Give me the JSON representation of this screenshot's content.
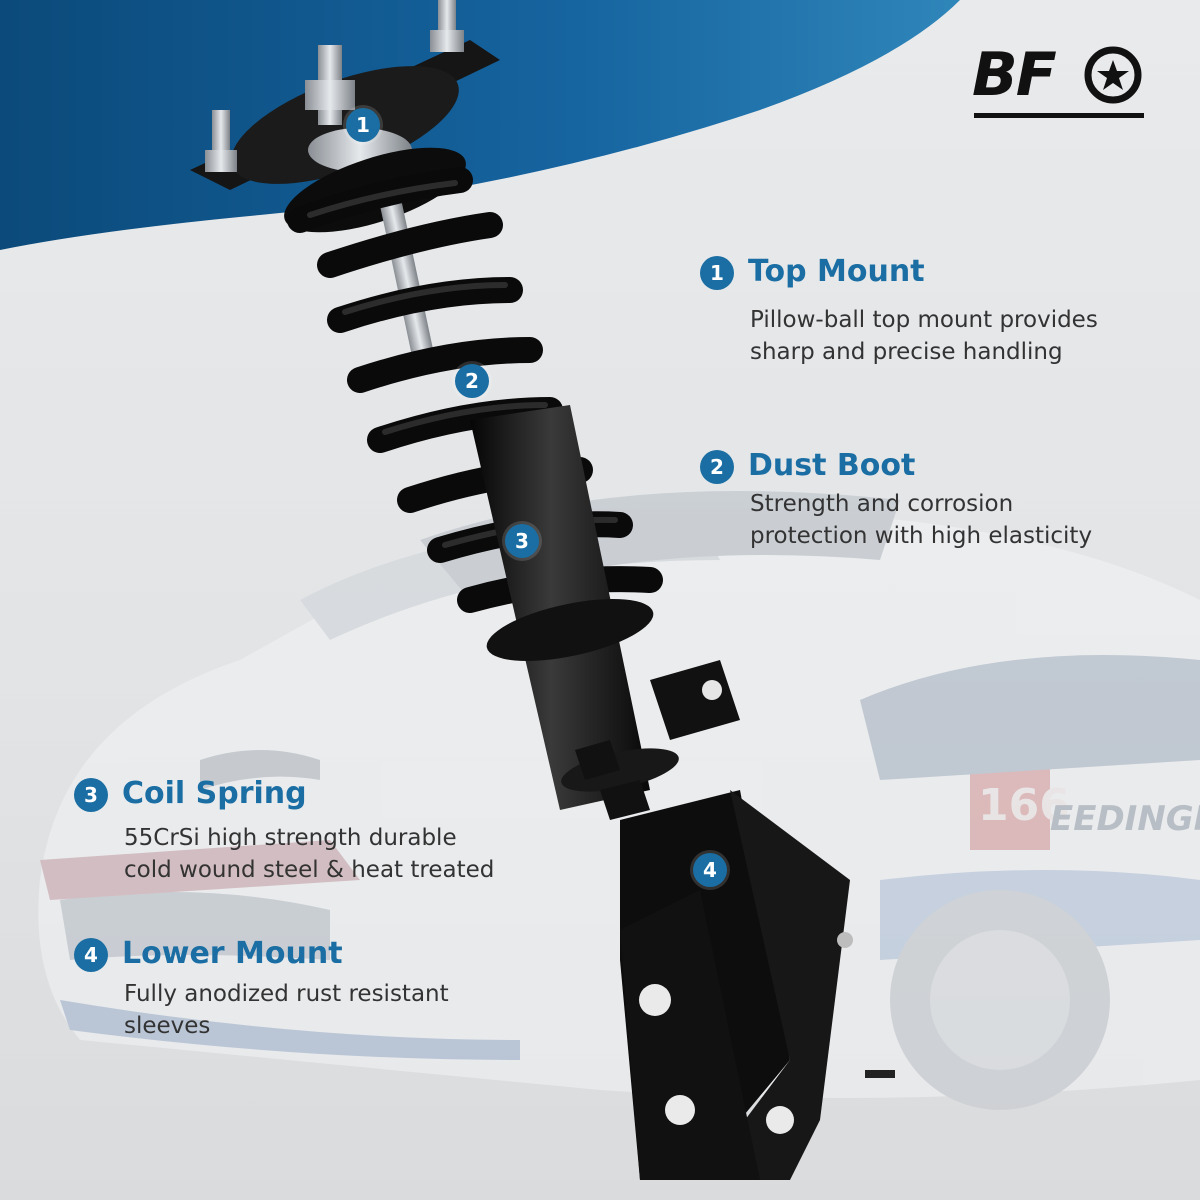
{
  "brand": {
    "logo_text": "BF"
  },
  "colors": {
    "accent": "#1a6ea3",
    "wave_dark": "#0b4a7a",
    "wave_light": "#2f86b9",
    "text": "#333333"
  },
  "markers": [
    {
      "num": "1"
    },
    {
      "num": "2"
    },
    {
      "num": "3"
    },
    {
      "num": "4"
    }
  ],
  "features": [
    {
      "num": "1",
      "title": "Top Mount",
      "desc": "Pillow-ball top mount provides\nsharp and precise handling"
    },
    {
      "num": "2",
      "title": "Dust Boot",
      "desc": "Strength and corrosion\nprotection with high elasticity"
    },
    {
      "num": "3",
      "title": "Coil Spring",
      "desc": "55CrSi high strength durable\ncold wound steel & heat treated"
    },
    {
      "num": "4",
      "title": "Lower Mount",
      "desc": "Fully anodized rust resistant\nsleeves"
    }
  ],
  "background": {
    "car_number": "166",
    "car_text": "EEDINGR"
  }
}
